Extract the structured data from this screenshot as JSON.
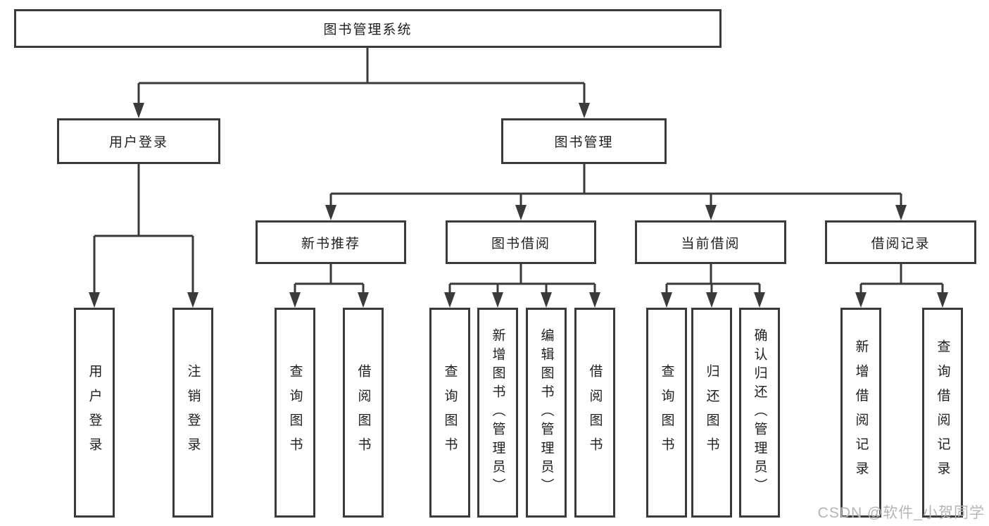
{
  "diagram": {
    "type": "hierarchy-tree",
    "colors": {
      "line": "#3a3a3a",
      "text": "#1f1f1f",
      "background": "#ffffff",
      "watermark_text_color": "#b5b5b5"
    },
    "root": {
      "label": "图书管理系统"
    },
    "branches": [
      {
        "label": "用户登录",
        "children": [
          "用户登录",
          "注销登录"
        ]
      },
      {
        "label": "图书管理",
        "children": [
          {
            "label": "新书推荐",
            "children": [
              "查询图书",
              "借阅图书"
            ]
          },
          {
            "label": "图书借阅",
            "children": [
              "查询图书",
              "新增图书（管理员）",
              "编辑图书（管理员）",
              "借阅图书"
            ]
          },
          {
            "label": "当前借阅",
            "children": [
              "查询图书",
              "归还图书",
              "确认归还（管理员）"
            ]
          },
          {
            "label": "借阅记录",
            "children": [
              "新增借阅记录",
              "查询借阅记录"
            ]
          }
        ]
      }
    ],
    "watermark": "CSDN @软件_小贺同学"
  }
}
